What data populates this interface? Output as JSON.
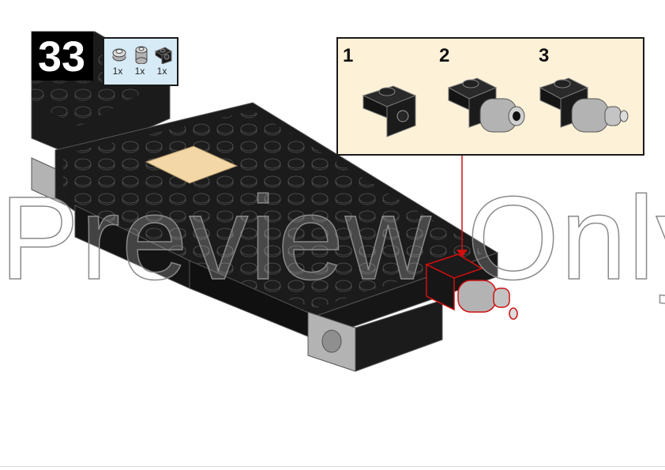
{
  "step": {
    "number": "33"
  },
  "parts_list": {
    "items": [
      {
        "icon": "round-plate-icon",
        "qty": "1x"
      },
      {
        "icon": "round-brick-icon",
        "qty": "1x"
      },
      {
        "icon": "bracket-plate-icon",
        "qty": "1x"
      }
    ]
  },
  "subassembly": {
    "steps": [
      {
        "label": "1"
      },
      {
        "label": "2"
      },
      {
        "label": "3"
      }
    ]
  },
  "watermark": {
    "text": "Preview Only"
  },
  "colors": {
    "brick_black": "#1b1b1b",
    "brick_top": "#2a2a2a",
    "brick_tan": "#f3d7a6",
    "brick_grey": "#b3b3b3",
    "callout_bg": "#fdf1d8",
    "parts_bg": "#d7ebf7",
    "highlight": "#d01010"
  }
}
